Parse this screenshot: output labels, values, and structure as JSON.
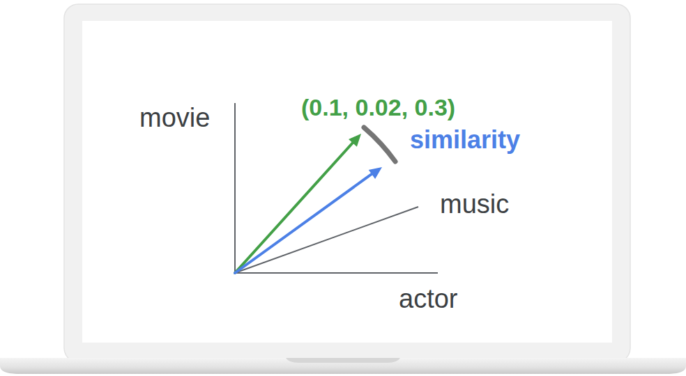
{
  "diagram": {
    "labels": [
      "movie",
      "(0.1, 0.02, 0.3)",
      "similarity",
      "music",
      "actor"
    ]
  }
}
